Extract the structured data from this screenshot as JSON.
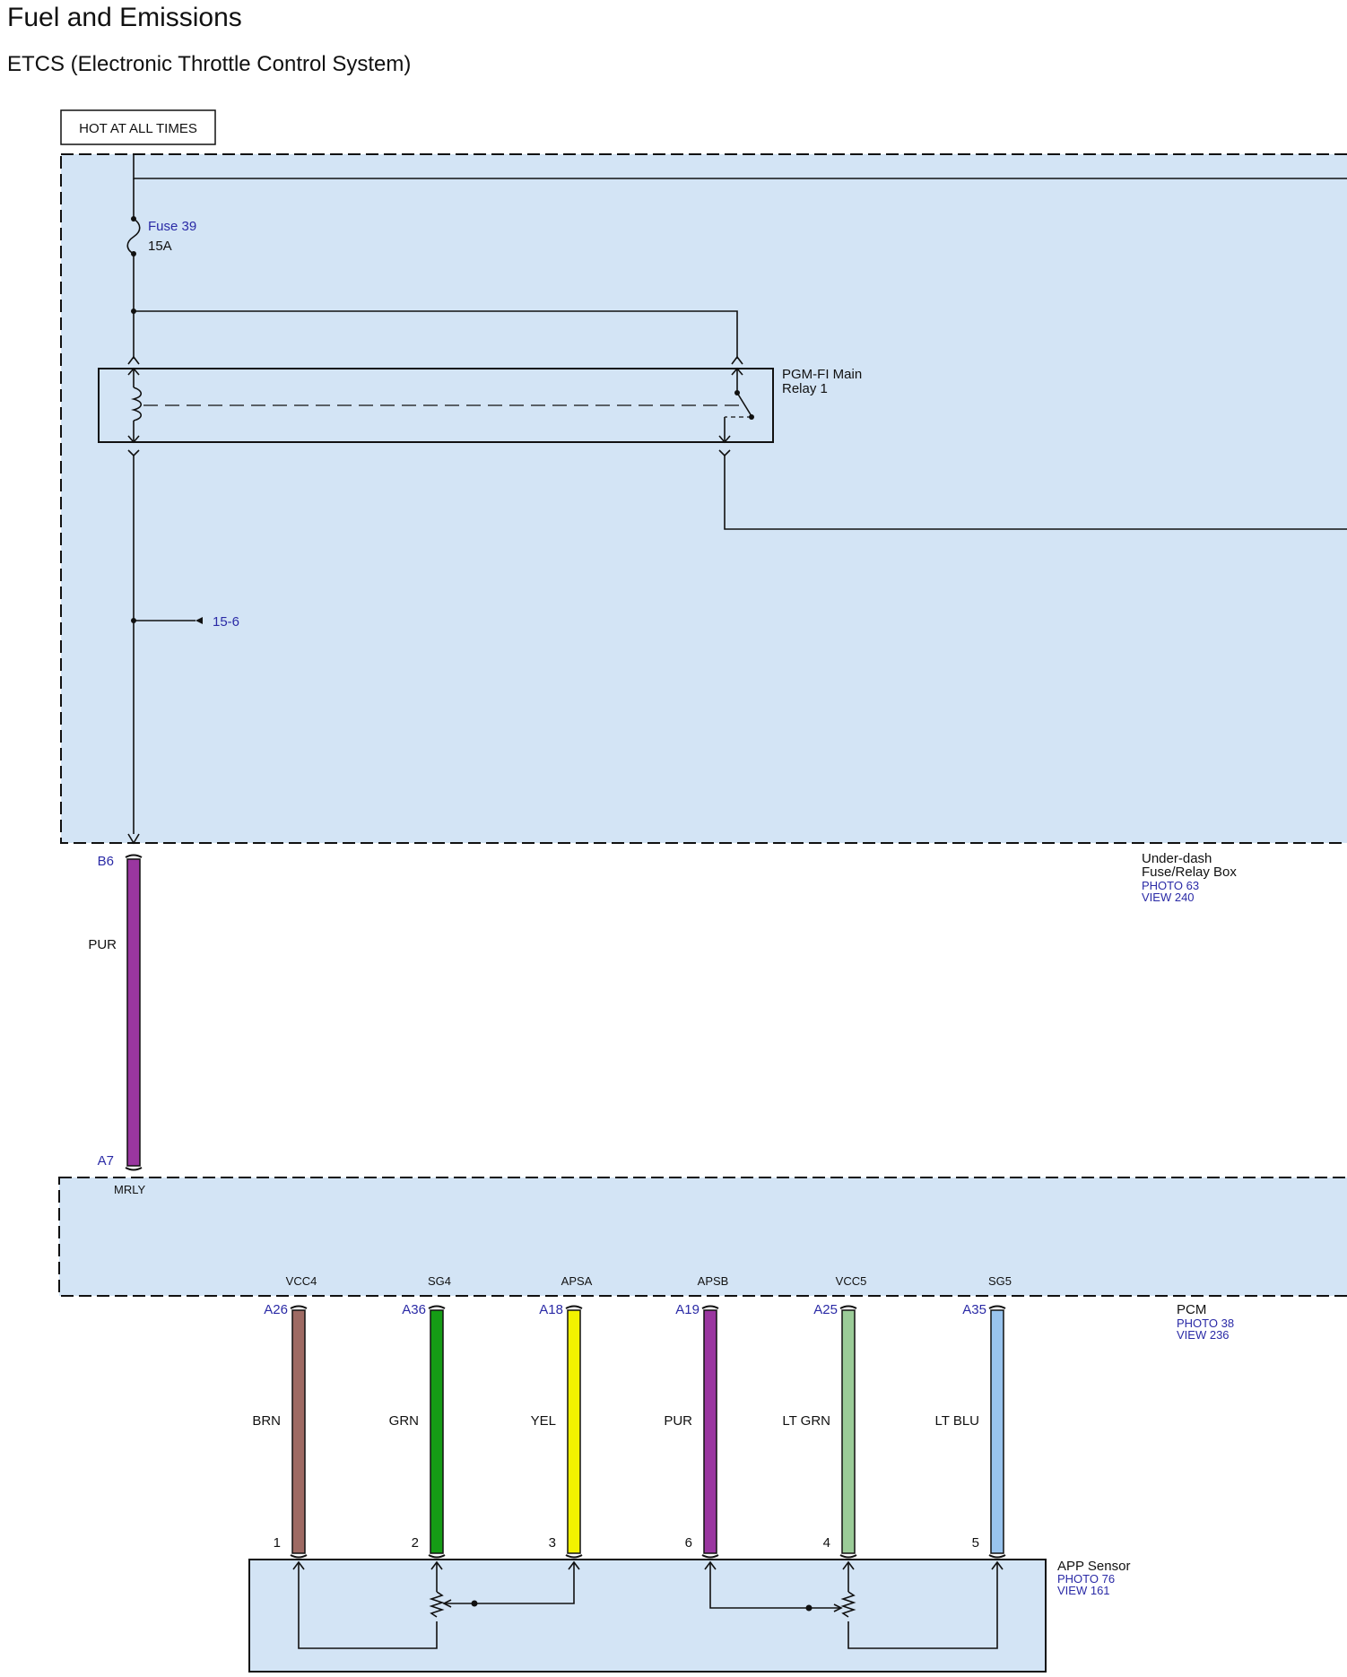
{
  "page": {
    "section_title": "Fuel and Emissions",
    "system_title": "ETCS (Electronic Throttle Control System)"
  },
  "power": {
    "label": "HOT AT ALL TIMES"
  },
  "fuse": {
    "name": "Fuse 39",
    "rating": "15A"
  },
  "relay": {
    "name_line1": "PGM-FI Main",
    "name_line2": "Relay 1"
  },
  "reference": {
    "label": "15-6"
  },
  "under_dash_box": {
    "name_line1": "Under-dash",
    "name_line2": "Fuse/Relay Box",
    "photo": "PHOTO 63",
    "view": "VIEW 240"
  },
  "pur_wire": {
    "top_pin": "B6",
    "color": "PUR",
    "bottom_pin": "A7",
    "signal": "MRLY",
    "hex": "#9a36a0"
  },
  "pcm": {
    "name": "PCM",
    "photo": "PHOTO 38",
    "view": "VIEW 236"
  },
  "app_sensor": {
    "name": "APP Sensor",
    "photo": "PHOTO 76",
    "view": "VIEW 161"
  },
  "wires": [
    {
      "signal": "VCC4",
      "pcm_pin": "A26",
      "color": "BRN",
      "sensor_pin": "1",
      "hex": "#9e6a63"
    },
    {
      "signal": "SG4",
      "pcm_pin": "A36",
      "color": "GRN",
      "sensor_pin": "2",
      "hex": "#159c15"
    },
    {
      "signal": "APSA",
      "pcm_pin": "A18",
      "color": "YEL",
      "sensor_pin": "3",
      "hex": "#f2f200"
    },
    {
      "signal": "APSB",
      "pcm_pin": "A19",
      "color": "PUR",
      "sensor_pin": "6",
      "hex": "#9a36a0"
    },
    {
      "signal": "VCC5",
      "pcm_pin": "A25",
      "color": "LT GRN",
      "sensor_pin": "4",
      "hex": "#9bcc98"
    },
    {
      "signal": "SG5",
      "pcm_pin": "A35",
      "color": "LT BLU",
      "sensor_pin": "5",
      "hex": "#99c4ee"
    }
  ],
  "colors": {
    "box_fill": "#d3e4f5",
    "line": "#111111",
    "ref_text": "#2a2aa6"
  }
}
